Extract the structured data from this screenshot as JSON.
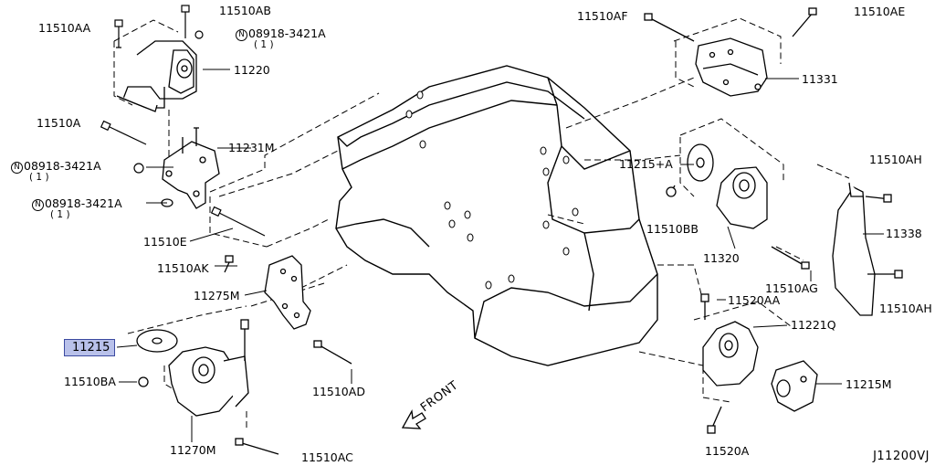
{
  "diagram": {
    "code": "J11200VJ",
    "front_label": "FRONT",
    "highlighted_part": "11215",
    "labels": {
      "l_11510aa": "11510AA",
      "l_11510ab": "11510AB",
      "l_08918_top": "08918-3421A",
      "l_08918_top_qty": "( 1 )",
      "l_11220": "11220",
      "l_11510a": "11510A",
      "l_11231m": "11231M",
      "l_08918_mid": "08918-3421A",
      "l_08918_mid_qty": "( 1 )",
      "l_08918_low": "08918-3421A",
      "l_08918_low_qty": "( 1 )",
      "l_11510e": "11510E",
      "l_11510ak": "11510AK",
      "l_11275m": "11275M",
      "l_11215": "11215",
      "l_11510ba": "11510BA",
      "l_11270m": "11270M",
      "l_11510ac": "11510AC",
      "l_11510ad": "11510AD",
      "l_11510af": "11510AF",
      "l_11510ae": "11510AE",
      "l_11331": "11331",
      "l_11215a": "11215+A",
      "l_11510bb": "11510BB",
      "l_11320": "11320",
      "l_11510ah_top": "11510AH",
      "l_11338": "11338",
      "l_11510ag": "11510AG",
      "l_11510ah_low": "11510AH",
      "l_11520aa": "11520AA",
      "l_11221q": "11221Q",
      "l_11215m": "11215M",
      "l_11520a": "11520A"
    },
    "nut_symbol": "N"
  }
}
